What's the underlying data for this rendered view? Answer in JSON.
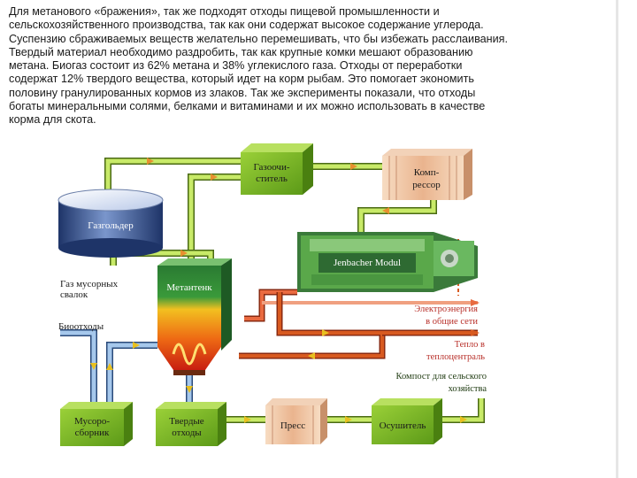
{
  "text_lines": [
    "Для метанового «бражения», так же подходят отходы пищевой промышленности и",
    "сельскохозяйственного производства, так как они содержат высокое содержание углерода.",
    "Суспензию сбраживаемых веществ желательно перемешивать, что бы избежать расслаивания.",
    "Твердый материал необходимо раздробить, так как крупные комки мешают образованию",
    "метана. Биогаз состоит из 62% метана и 38% углекислого газа. Отходы от переработки",
    "содержат 12% твердого вещества, который идет на корм рыбам. Это помогает экономить",
    "половину гранулированных кормов из злаков. Так же эксперименты показали, что отходы",
    "богаты минеральными солями, белками и витаминами и их можно использовать в качестве",
    "корма для скота."
  ],
  "diagram": {
    "gasholder": "Газгольдер",
    "landfill_gas": [
      "Газ мусорных",
      "свалок"
    ],
    "purifier": [
      "Газоочи-",
      "ститель"
    ],
    "compressor": [
      "Комп-",
      "рессор"
    ],
    "generator": "Jenbacher Modul",
    "digester": "Метантенк",
    "electricity": [
      "Электроэнергия",
      "в общие сети"
    ],
    "heat": [
      "Тепло в",
      "теплоцентраль"
    ],
    "compost": [
      "Компост для сельского",
      "хозяйства"
    ],
    "biowaste": "Биоотходы",
    "waste_collector": [
      "Мусоро-",
      "сборник"
    ],
    "solid_waste": [
      "Твердые",
      "отходы"
    ],
    "press": "Пресс",
    "dryer": "Осушитель"
  },
  "colors": {
    "gas_pipe": "#c8ea68",
    "electric_line": "#ea6a40",
    "heat_line": "#d85a20",
    "water_pipe": "#a6c8ec",
    "box_green": "#7cb828",
    "box_peach": "#f0c4a0",
    "gasholder": "#4e6aa4"
  }
}
